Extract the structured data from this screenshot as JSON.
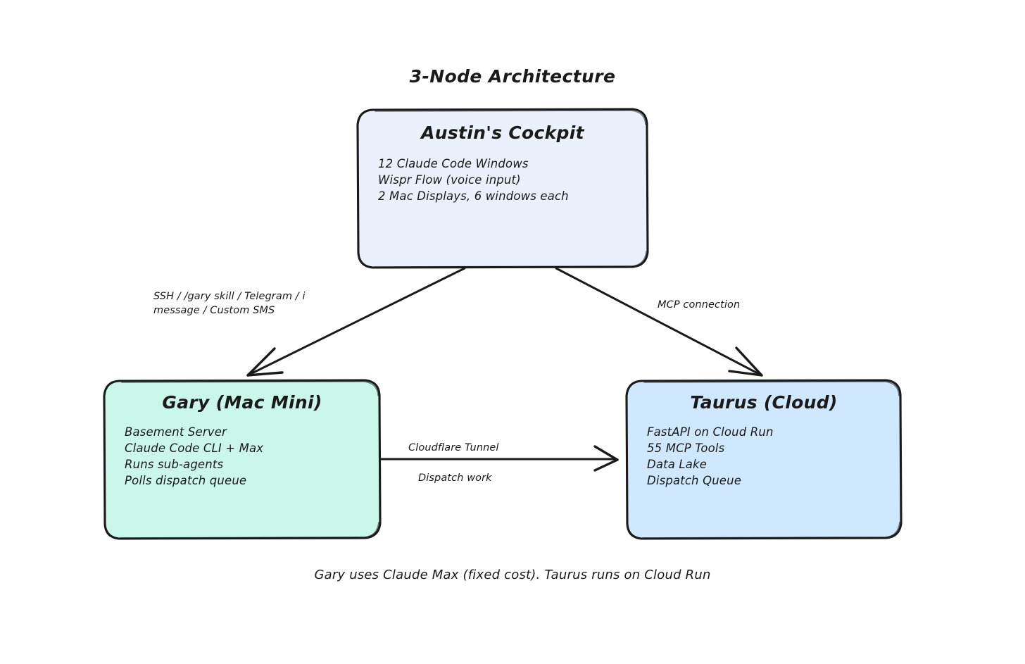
{
  "diagram": {
    "title": "3-Node Architecture",
    "footnote": "Gary uses Claude Max (fixed cost). Taurus runs on Cloud Run",
    "background_color": "#ffffff",
    "stroke_color": "#1a1a1a",
    "text_color": "#1a1a1a"
  },
  "nodes": {
    "cockpit": {
      "title": "Austin's Cockpit",
      "fill_color": "#eaf1fc",
      "lines": [
        "12 Claude Code Windows",
        "Wispr Flow (voice input)",
        "2 Mac Displays, 6 windows each"
      ]
    },
    "gary": {
      "title": "Gary (Mac Mini)",
      "fill_color": "#cbf7ea",
      "lines": [
        "Basement Server",
        "Claude Code CLI + Max",
        "Runs sub-agents",
        "Polls dispatch queue"
      ]
    },
    "taurus": {
      "title": "Taurus (Cloud)",
      "fill_color": "#cfe8fd",
      "lines": [
        "FastAPI on Cloud Run",
        "55 MCP Tools",
        "Data Lake",
        "Dispatch Queue"
      ]
    }
  },
  "edges": {
    "cockpit_to_gary": {
      "label_lines": [
        "SSH / /gary skill / Telegram / i",
        "message / Custom SMS"
      ]
    },
    "cockpit_to_taurus": {
      "label_lines": [
        "MCP connection"
      ]
    },
    "gary_to_taurus": {
      "label_above": "Cloudflare Tunnel",
      "label_below": "Dispatch work"
    }
  }
}
